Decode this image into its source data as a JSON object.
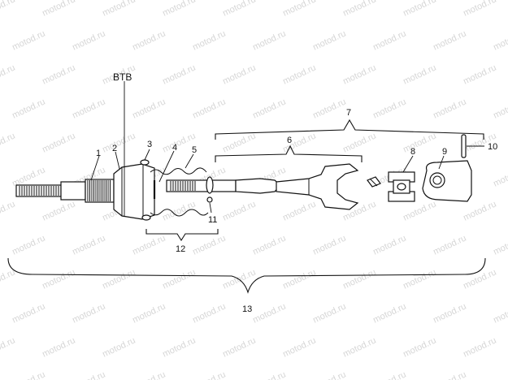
{
  "watermark": "motod.ru",
  "labels": {
    "btb": "BTB",
    "p1": "1",
    "p2": "2",
    "p3": "3",
    "p4": "4",
    "p5": "5",
    "p6": "6",
    "p7": "7",
    "p8": "8",
    "p9": "9",
    "p10": "10",
    "p11": "11",
    "p12": "12",
    "p13": "13"
  }
}
